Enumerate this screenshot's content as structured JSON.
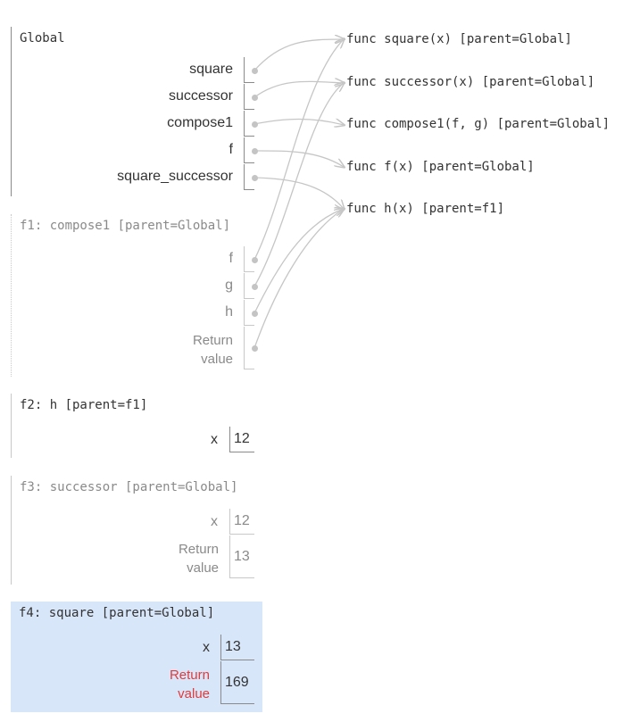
{
  "colors": {
    "frame_text_inactive": "#8a8a8a",
    "frame_text_active": "#333333",
    "border_inactive": "#c8c8c8",
    "border_active": "#8a8a8a",
    "arrow": "#c6c6c6",
    "highlight_bg": "#d8e6fa",
    "return_highlight": "#e33b3b"
  },
  "global": {
    "title": "Global",
    "vars": [
      "square",
      "successor",
      "compose1",
      "f",
      "square_successor"
    ]
  },
  "f1": {
    "title": "f1: compose1 [parent=Global]",
    "vars": [
      "f",
      "g",
      "h"
    ],
    "return_label": "Return\nvalue"
  },
  "f2": {
    "title": "f2: h [parent=f1]",
    "x_label": "x",
    "x_value": "12"
  },
  "f3": {
    "title": "f3: successor [parent=Global]",
    "x_label": "x",
    "x_value": "12",
    "return_label": "Return\nvalue",
    "return_value": "13"
  },
  "f4": {
    "title": "f4: square [parent=Global]",
    "x_label": "x",
    "x_value": "13",
    "return_label": "Return\nvalue",
    "return_value": "169"
  },
  "functions": [
    "func square(x) [parent=Global]",
    "func successor(x) [parent=Global]",
    "func compose1(f, g) [parent=Global]",
    "func f(x) [parent=Global]",
    "func h(x) [parent=f1]"
  ]
}
